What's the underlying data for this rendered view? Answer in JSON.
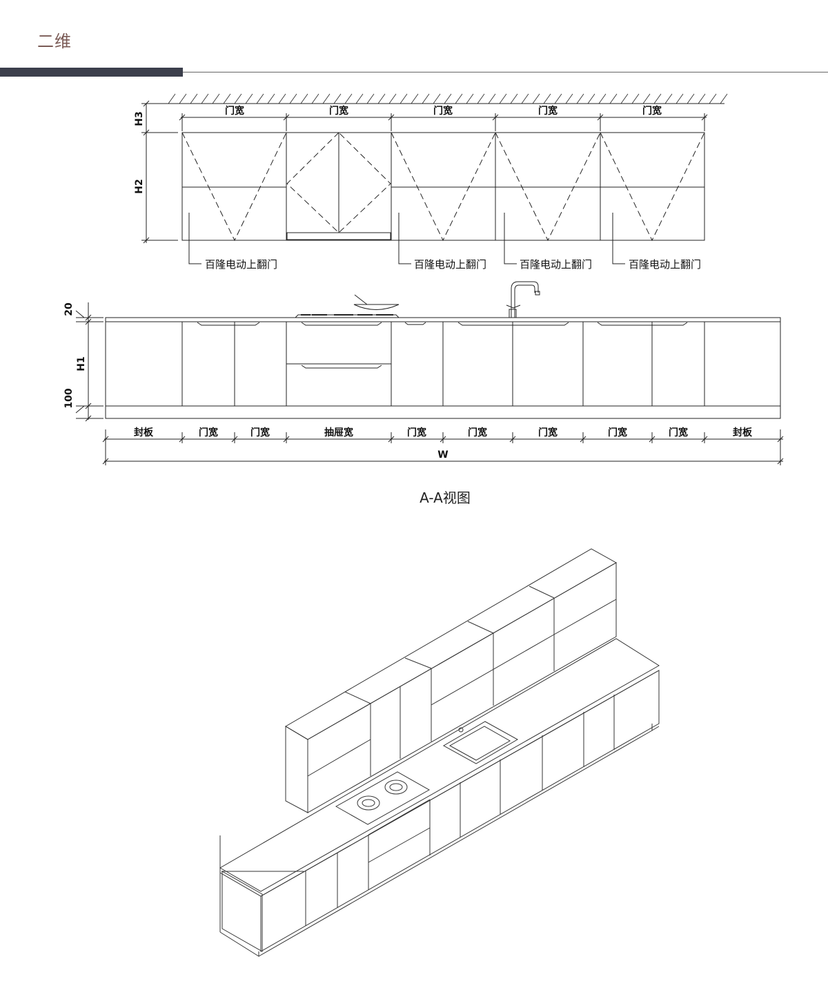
{
  "header": {
    "title": "二维"
  },
  "upper": {
    "h3": "H3",
    "h2": "H2",
    "door_widths": [
      "门宽",
      "门宽",
      "门宽",
      "门宽",
      "门宽"
    ],
    "callouts": [
      "百隆电动上翻门",
      "百隆电动上翻门",
      "百隆电动上翻门",
      "百隆电动上翻门"
    ]
  },
  "lower": {
    "d20": "20",
    "h1": "H1",
    "d100": "100",
    "segments": [
      "封板",
      "门宽",
      "门宽",
      "抽屉宽",
      "门宽",
      "门宽",
      "门宽",
      "门宽",
      "门宽",
      "封板"
    ],
    "total": "W"
  },
  "caption": "A-A视图"
}
